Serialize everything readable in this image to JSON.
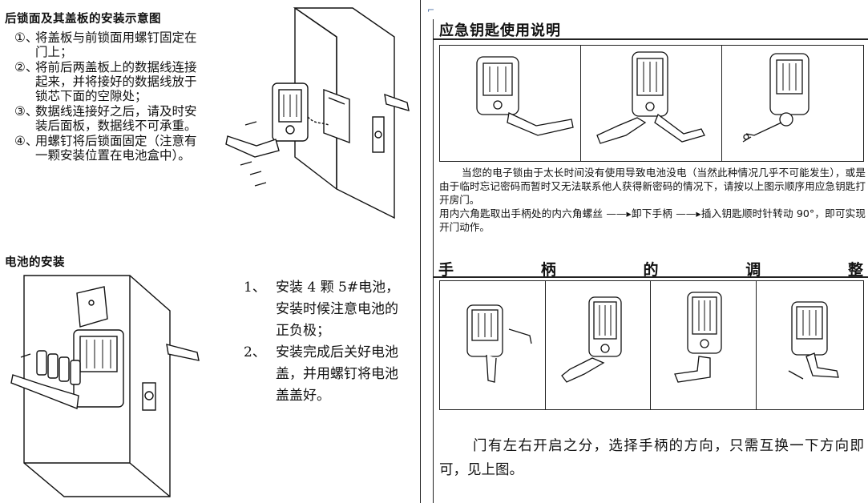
{
  "left_page": {
    "install_title": "后锁面及其盖板的安装示意图",
    "install_steps": [
      {
        "num": "①、",
        "text": "将盖板与前锁面用螺钉固定在门上；"
      },
      {
        "num": "②、",
        "text": "将前后两盖板上的数据线连接起来，并将接好的数据线放于锁芯下面的空隙处；"
      },
      {
        "num": "③、",
        "text": "数据线连接好之后，请及时安装后面板，数据线不可承重。"
      },
      {
        "num": "④、",
        "text": "用螺钉将后锁面固定（注意有一颗安装位置在电池盒中）。"
      }
    ],
    "battery_title": "电池的安装",
    "battery_steps": [
      {
        "num": "1、",
        "text": "安装 4 颗 5#电池，安装时候注意电池的正负极；"
      },
      {
        "num": "2、",
        "text": "安装完成后关好电池盖，并用螺钉将电池盖盖好。"
      }
    ]
  },
  "right_page": {
    "page_mark": "⌐",
    "key_title": "应急钥匙使用说明",
    "key_description": "当您的电子锁由于太长时间没有使用导致电池没电（当然此种情况几乎不可能发生），或是由于临时忘记密码而暂时又无法联系他人获得新密码的情况下，请按以上图示顺序用应急钥匙打开房门。",
    "key_steps": "用内六角匙取出手柄处的内六角螺丝 ——▸卸下手柄 ——▸插入钥匙顺时针转动 90°，即可实现开门动作。",
    "handle_title_chars": [
      "手",
      "柄",
      "的",
      "调",
      "整"
    ],
    "door_text": "门有左右开启之分，选择手柄的方向，只需互换一下方向即可，见上图。"
  },
  "colors": {
    "ink": "#111111",
    "page_mark": "#4a6fa5"
  }
}
